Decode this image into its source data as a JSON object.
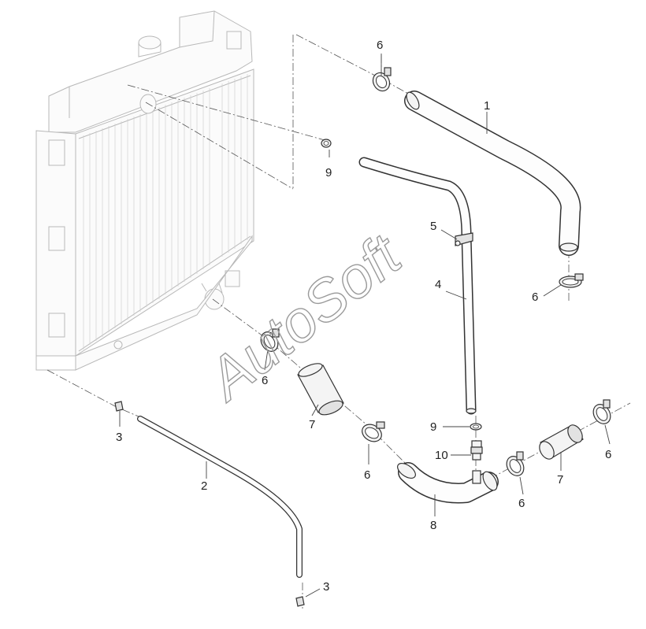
{
  "watermark": "AutoSoft",
  "callouts": {
    "c1": "1",
    "c2": "2",
    "c3a": "3",
    "c3b": "3",
    "c4": "4",
    "c5": "5",
    "c6a": "6",
    "c6b": "6",
    "c6c": "6",
    "c6d": "6",
    "c6e": "6",
    "c6f": "6",
    "c7a": "7",
    "c7b": "7",
    "c8": "8",
    "c9a": "9",
    "c9b": "9",
    "c10": "10"
  },
  "colors": {
    "ink": "#333333",
    "ghost": "#b8b8b8",
    "watermark": "#9a9a9a"
  }
}
